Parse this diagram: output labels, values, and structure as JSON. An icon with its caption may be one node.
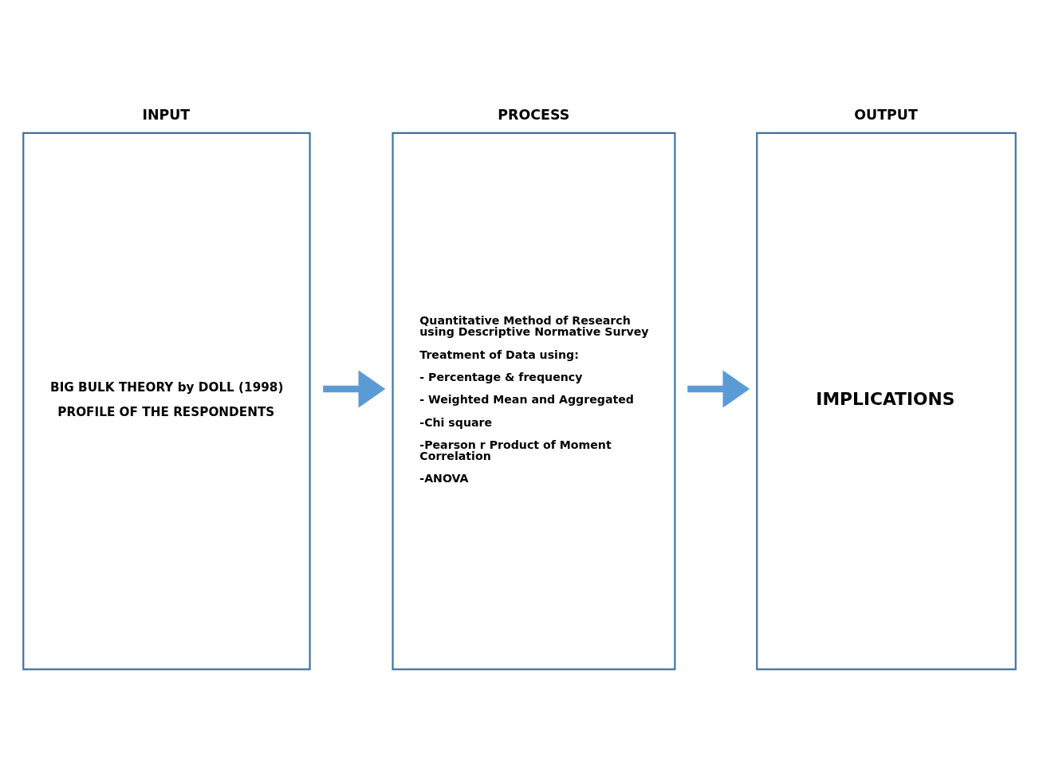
{
  "diagram": {
    "nodes": [
      {
        "text": [
          "INPUT",
          "BIG BULK THEORY by DOLL (1998)",
          "PROFILE OF THE RESPONDENTS"
        ]
      },
      {
        "text": [
          "PROCESS",
          "Quantitative Method of Research using Descriptive Normative Survey",
          "Treatment of Data using:",
          "- Percentage & frequency",
          "- Weighted Mean and Aggregated",
          "-Chi square",
          "-Pearson r Product of Moment Correlation",
          "-ANOVA"
        ]
      },
      {
        "text": [
          "OUTPUT",
          "IMPLICATIONS"
        ]
      }
    ],
    "edges": [
      {
        "from": 0,
        "to": 1,
        "arrow": "to"
      },
      {
        "from": 1,
        "to": 2,
        "arrow": "to"
      }
    ]
  }
}
